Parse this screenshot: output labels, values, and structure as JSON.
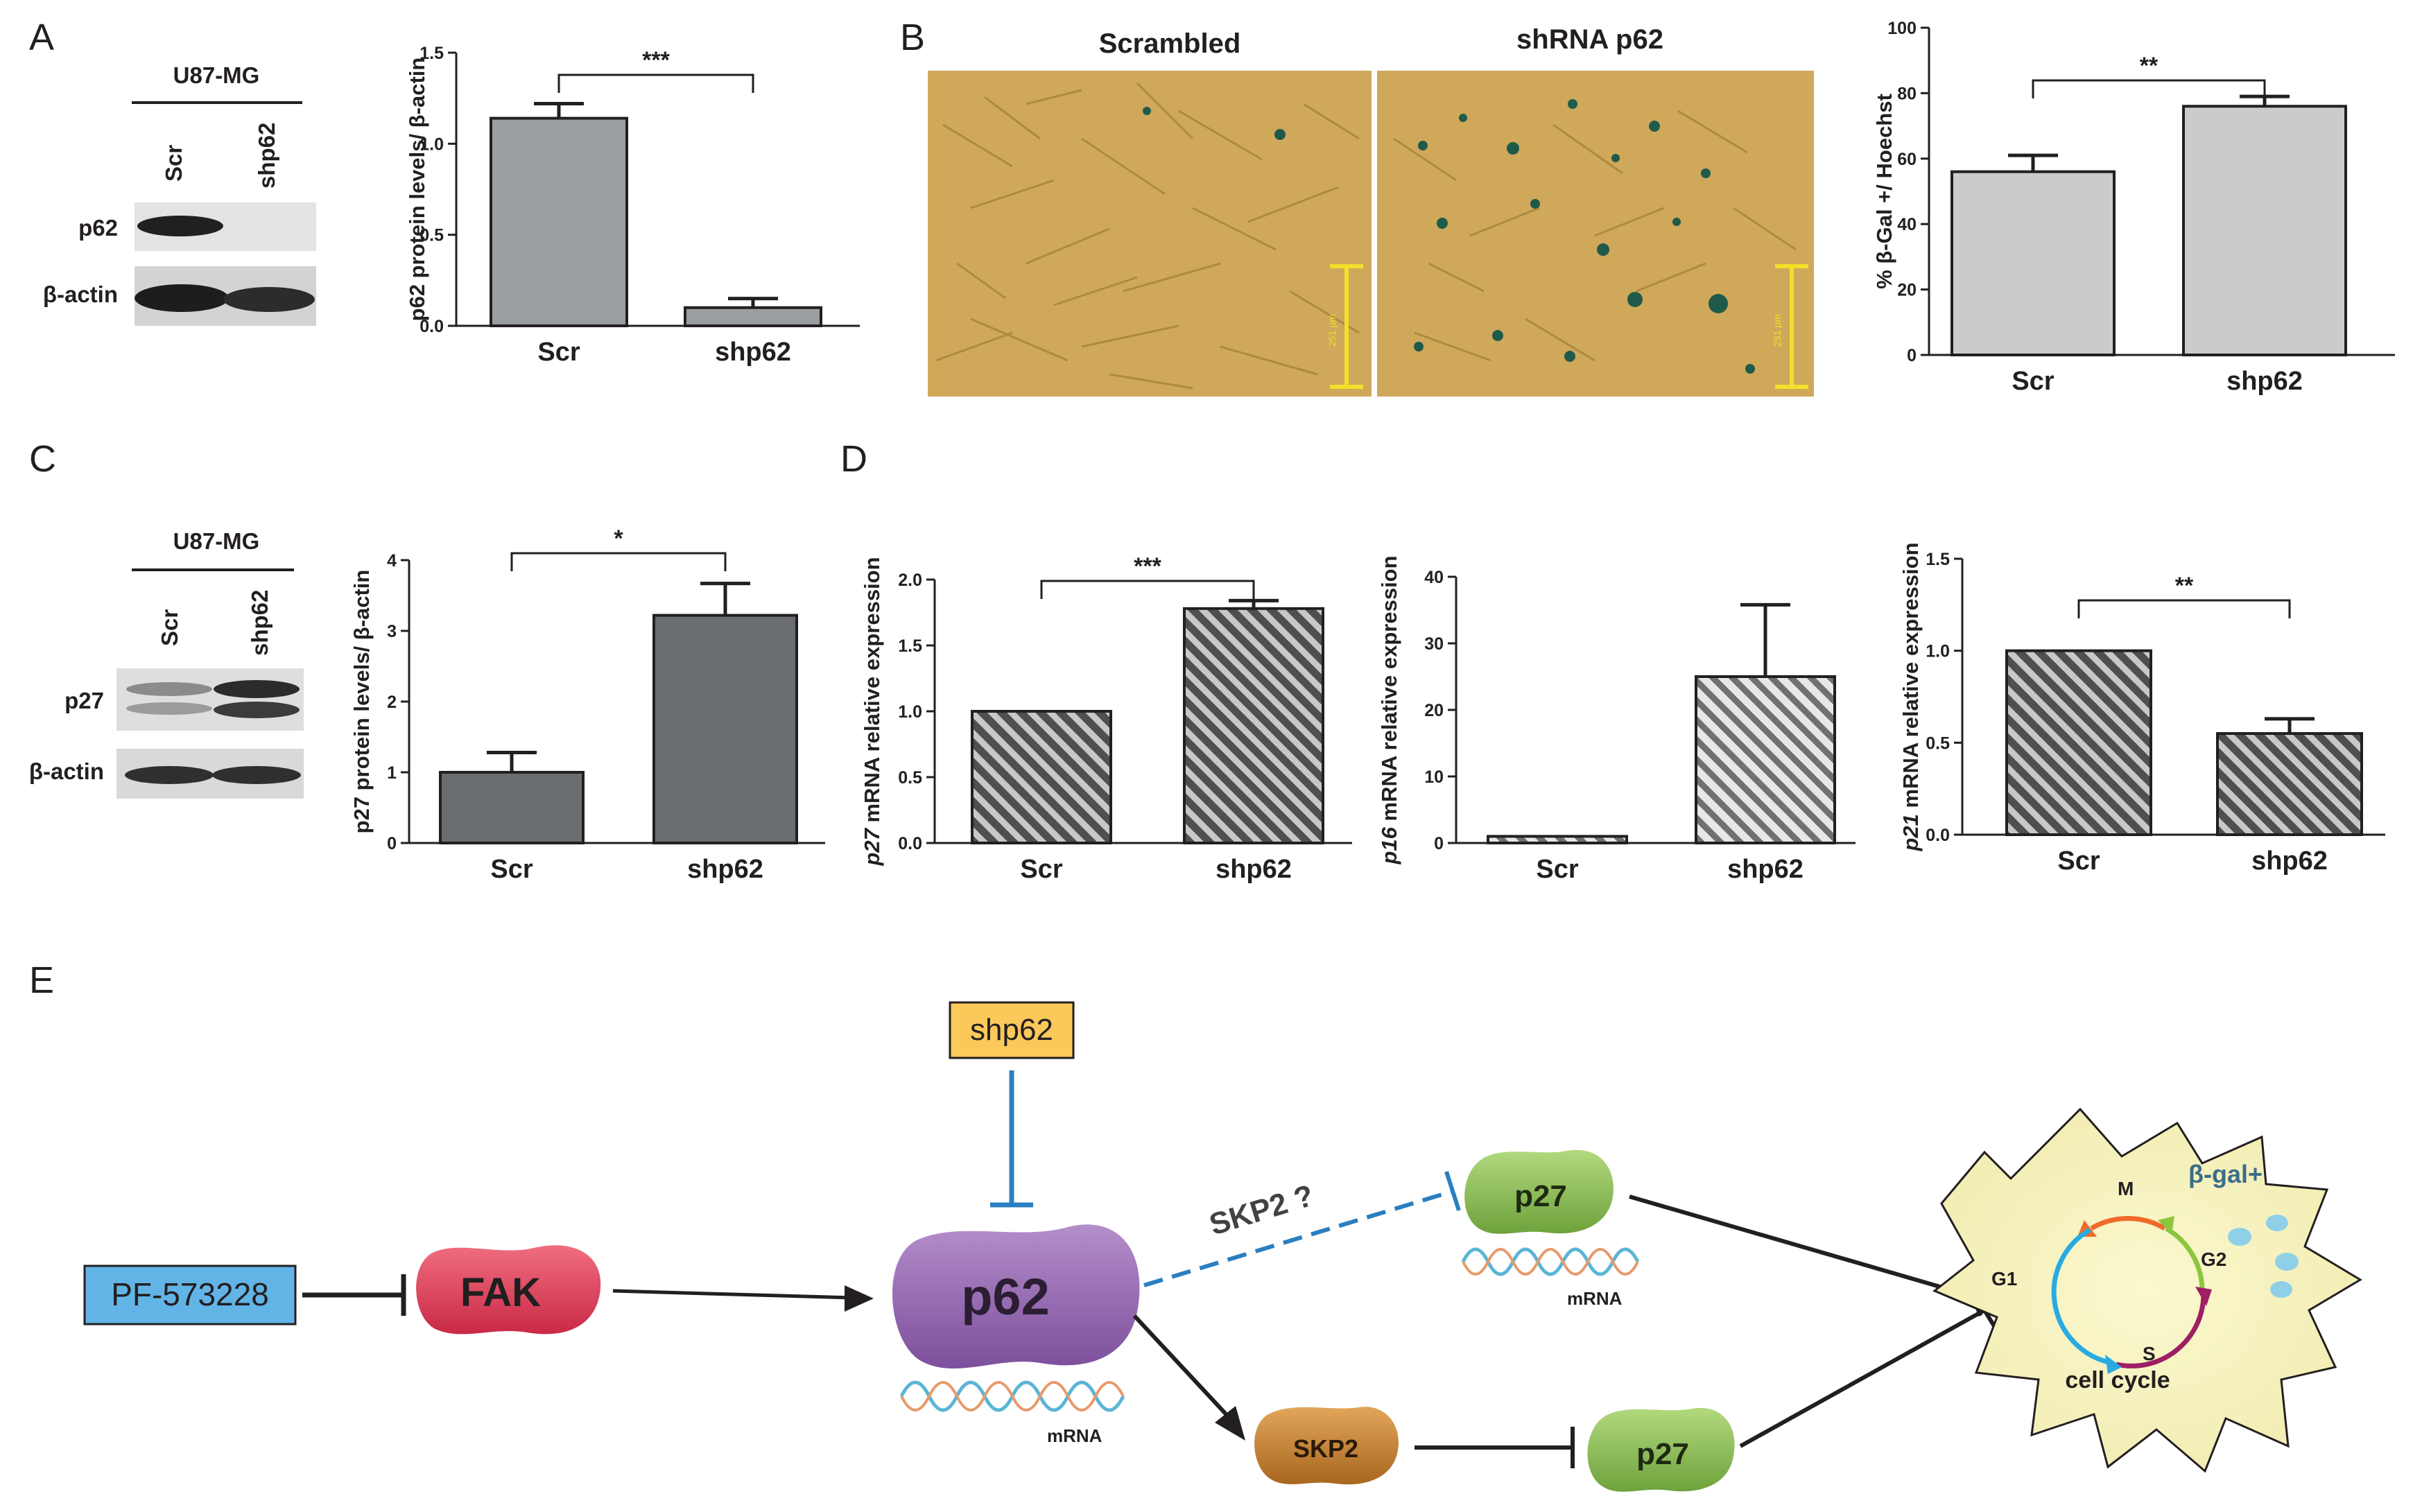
{
  "panel_labels": [
    "A",
    "B",
    "C",
    "D",
    "E"
  ],
  "panel_a": {
    "blot": {
      "cell_line": "U87-MG",
      "lanes": [
        "Scr",
        "shp62"
      ],
      "bands": [
        "p62",
        "β-actin"
      ]
    }
  },
  "panel_b": {
    "micrograph_titles": [
      "Scrambled",
      "shRNA p62"
    ],
    "scale_bar_label": "251 μm"
  },
  "panel_c": {
    "blot": {
      "cell_line": "U87-MG",
      "lanes": [
        "Scr",
        "shp62"
      ],
      "bands": [
        "p27",
        "β-actin"
      ]
    }
  },
  "colors": {
    "gray_bar": "#9b9ea0",
    "light_bar": "#c9cbcc",
    "dark_bar": "#6b6e70",
    "hatch_dark": "#4d4f51",
    "hatch_light": "#b5b7b8",
    "micrograph": "#cfa85a",
    "scale_bar": "#f2e02a",
    "fak": "#e0405a",
    "p62_node": "#9b6bb5",
    "p27_node": "#8fc05a",
    "skp2_node": "#c98a3a",
    "shp62_box": "#fbc95a",
    "pf_box": "#62b4e6",
    "cell": "#f7f4c2",
    "inhibition_line": "#2a7fc1"
  },
  "chart_data": [
    {
      "id": "A",
      "type": "bar",
      "categories": [
        "Scr",
        "shp62"
      ],
      "values": [
        1.14,
        0.1
      ],
      "errors": [
        0.08,
        0.05
      ],
      "xlabel": "",
      "ylabel": "p62 protein levels/ β-actin",
      "ylim": [
        0,
        1.5
      ],
      "yticks": [
        "0.0",
        "0.5",
        "1.0",
        "1.5"
      ],
      "significance": "***",
      "grid": false
    },
    {
      "id": "B",
      "type": "bar",
      "categories": [
        "Scr",
        "shp62"
      ],
      "values": [
        56,
        76
      ],
      "errors": [
        5,
        3
      ],
      "xlabel": "",
      "ylabel": "% β-Gal +/ Hoechst",
      "ylim": [
        0,
        100
      ],
      "yticks": [
        "0",
        "20",
        "40",
        "60",
        "80",
        "100"
      ],
      "significance": "**",
      "grid": false
    },
    {
      "id": "C",
      "type": "bar",
      "categories": [
        "Scr",
        "shp62"
      ],
      "values": [
        1.0,
        3.22
      ],
      "errors": [
        0.28,
        0.45
      ],
      "xlabel": "",
      "ylabel": "p27 protein  levels/ β-actin",
      "ylim": [
        0,
        4
      ],
      "yticks": [
        "0",
        "1",
        "2",
        "3",
        "4"
      ],
      "significance": "*",
      "grid": false
    },
    {
      "id": "D1",
      "type": "bar",
      "categories": [
        "Scr",
        "shp62"
      ],
      "values": [
        1.0,
        1.78
      ],
      "errors": [
        0,
        0.06
      ],
      "xlabel": "",
      "ylabel_italic": "p27",
      "ylabel": " mRNA relative expression",
      "ylim": [
        0,
        2.0
      ],
      "yticks": [
        "0.0",
        "0.5",
        "1.0",
        "1.5",
        "2.0"
      ],
      "significance": "***",
      "grid": false
    },
    {
      "id": "D2",
      "type": "bar",
      "categories": [
        "Scr",
        "shp62"
      ],
      "values": [
        1.0,
        25.0
      ],
      "errors": [
        0,
        10.8
      ],
      "xlabel": "",
      "ylabel_italic": "p16",
      "ylabel": " mRNA relative expression",
      "ylim": [
        0,
        40
      ],
      "yticks": [
        "0",
        "10",
        "20",
        "30",
        "40"
      ],
      "significance": "",
      "grid": false
    },
    {
      "id": "D3",
      "type": "bar",
      "categories": [
        "Scr",
        "shp62"
      ],
      "values": [
        1.0,
        0.55
      ],
      "errors": [
        0,
        0.08
      ],
      "xlabel": "",
      "ylabel_italic": "p21",
      "ylabel": " mRNA relative expression",
      "ylim": [
        0,
        1.5
      ],
      "yticks": [
        "0.0",
        "0.5",
        "1.0",
        "1.5"
      ],
      "significance": "**",
      "grid": false
    }
  ],
  "diagram": {
    "pf": "PF-573228",
    "fak": "FAK",
    "p62": "p62",
    "shp62": "shp62",
    "skp2_question": "SKP2 ?",
    "p27_top": "p27",
    "p27_bottom": "p27",
    "skp2": "SKP2",
    "mrna_labels": [
      "mRNA",
      "mRNA"
    ],
    "phases": [
      "M",
      "G2",
      "S",
      "G1"
    ],
    "cell_cycle": "cell cycle",
    "beta_gal": "β-gal+"
  }
}
